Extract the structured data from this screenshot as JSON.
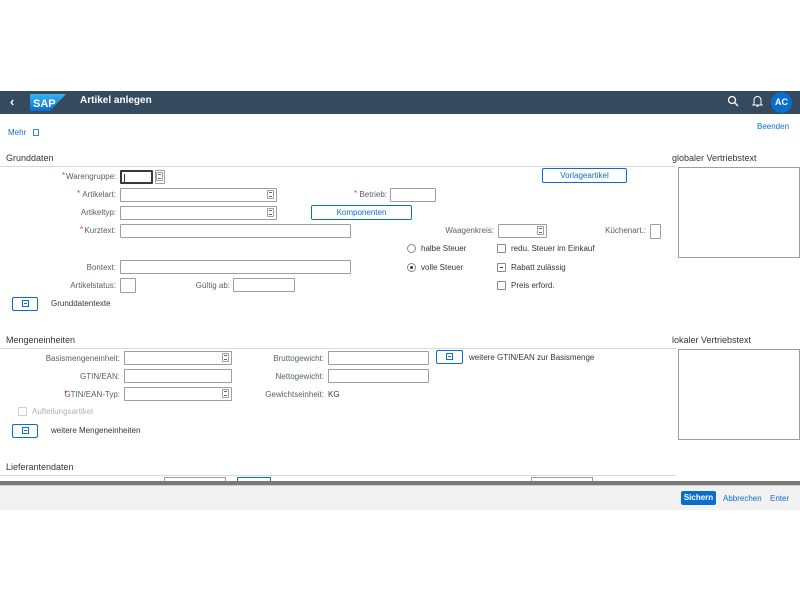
{
  "shell": {
    "back_glyph": "‹",
    "logo_text": "SAP",
    "title": "Artikel anlegen",
    "avatar_initials": "AC"
  },
  "toolbar": {
    "more_label": "Mehr",
    "exit_label": "Beenden"
  },
  "grunddaten": {
    "title": "Grunddaten",
    "required_mark": "*",
    "warengruppe_label": "Warengruppe:",
    "artikelart_label": "Artikelart:",
    "artikeltyp_label": "Artikeltyp:",
    "kurztext_label": "Kurztext:",
    "bontext_label": "Bontext:",
    "artikelstatus_label": "Artikelstatus:",
    "gueltig_ab_label": "Gültig ab:",
    "betrieb_label": "Betrieb:",
    "waagenkreis_label": "Waagenkreis:",
    "kuechenart_label": "Küchenart.:",
    "vorlageartikel_button": "Vorlageartikel",
    "komponenten_button": "Komponenten",
    "halbe_steuer_label": "halbe Steuer",
    "volle_steuer_label": "volle Steuer",
    "redu_steuer_label": "redu. Steuer im Einkauf",
    "rabatt_label": "Rabatt zulässig",
    "preis_label": "Preis erford.",
    "grunddatentexte_label": "Grunddatentexte",
    "tax_selected": "volle Steuer"
  },
  "global_text": {
    "title": "globaler Vertriebstext"
  },
  "mengeneinheiten": {
    "title": "Mengeneinheiten",
    "basis_label": "Basismengeneinheit:",
    "gtin_label": "GTIN/EAN:",
    "gtin_typ_label": "GTIN/EAN-Typ:",
    "brutto_label": "Bruttogewicht:",
    "netto_label": "Nettogewicht:",
    "gewichtseinheit_label": "Gewichtseinheit:",
    "gewichtseinheit_value": "KG",
    "weitere_gtin_label": "weitere GTIN/EAN zur Basismenge",
    "aufteilung_label": "Aufteilungsartikel",
    "weitere_me_label": "weitere Mengeneinheiten"
  },
  "local_text": {
    "title": "lokaler Vertriebstext"
  },
  "lieferanten": {
    "title": "Lieferantendaten"
  },
  "footer": {
    "save_label": "Sichern",
    "cancel_label": "Abbrechen",
    "enter_label": "Enter"
  },
  "colors": {
    "shell_bg": "#354a5f",
    "accent": "#0a6ed1",
    "required": "#e53935"
  }
}
